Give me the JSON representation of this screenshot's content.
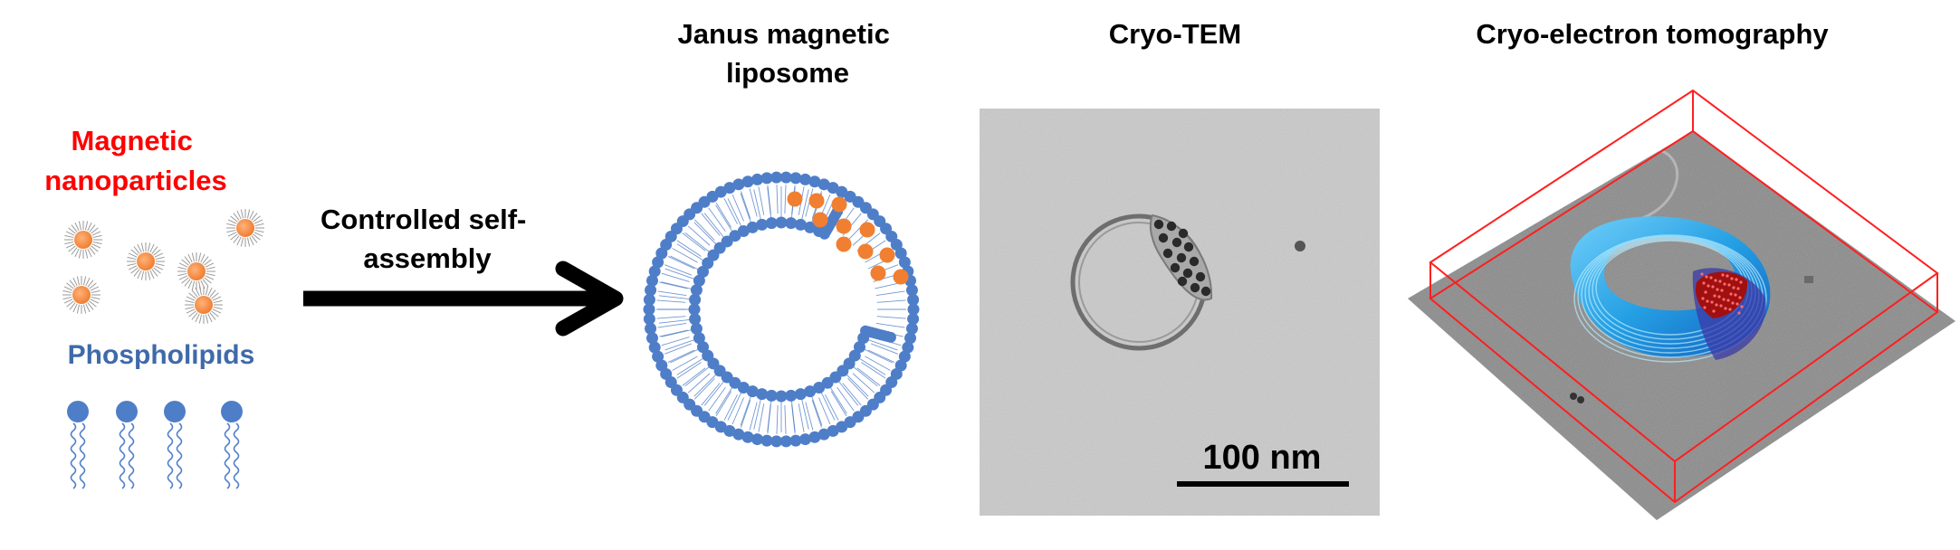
{
  "panels": {
    "components": {
      "nanoparticles_label": [
        "Magnetic",
        "nanoparticles"
      ],
      "phospholipids_label": "Phospholipids"
    },
    "process": {
      "label": [
        "Controlled self-",
        "assembly"
      ]
    },
    "liposome": {
      "title": [
        "Janus magnetic",
        "liposome"
      ]
    },
    "cryo_tem": {
      "title": "Cryo-TEM",
      "scale_bar": "100 nm"
    },
    "tomography": {
      "title": "Cryo-electron tomography"
    }
  },
  "colors": {
    "nanoparticle": "#f07f32",
    "nanoparticle_label": "#ff0000",
    "lipid": "#4f7ec8",
    "phospholipid_label": "#3f6aa9",
    "arrow": "#000000",
    "tomo_box": "#ff1f1f",
    "membrane": "#1fa0e8",
    "nanoparticle_cluster": "#a01010"
  }
}
